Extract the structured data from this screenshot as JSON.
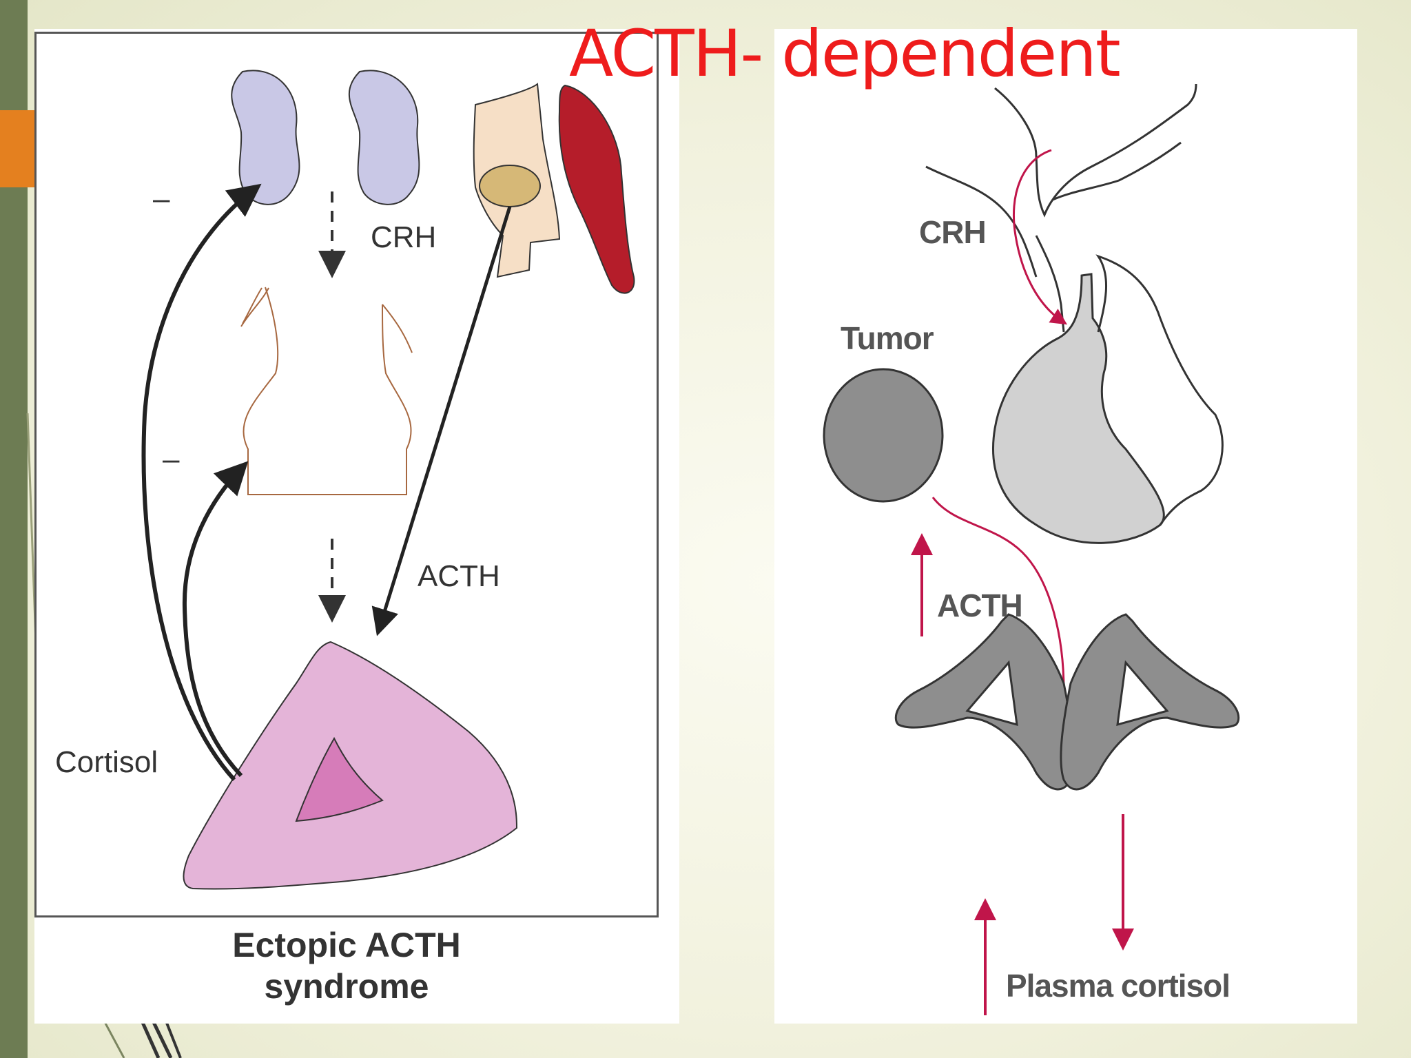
{
  "slide": {
    "title": "ACTH- dependent"
  },
  "left_diagram": {
    "crh_label": "CRH",
    "acth_label": "ACTH",
    "cortisol_label": "Cortisol",
    "minus_sign": "–",
    "caption_line1": "Ectopic ACTH",
    "caption_line2": "syndrome"
  },
  "right_diagram": {
    "crh_label": "CRH",
    "tumor_label": "Tumor",
    "acth_label": "ACTH",
    "plasma_cortisol_label": "Plasma cortisol"
  },
  "colors": {
    "title_red": "#ee1c1c",
    "accent_orange": "#e4801f",
    "sidebar_green": "#6d7c53",
    "arrow_crimson": "#c0154a",
    "hypothalamus_lavender": "#c9c8e6",
    "adrenal_pink": "#e4b4d8",
    "tumor_gray": "#8e8e8e"
  }
}
